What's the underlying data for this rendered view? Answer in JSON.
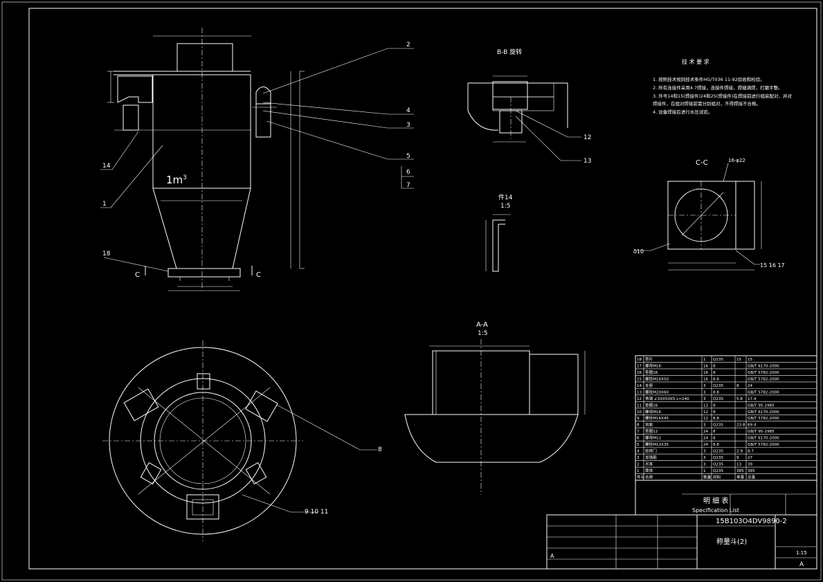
{
  "colors": {
    "background": "#000000",
    "line": "#ffffff"
  },
  "main_view": {
    "volume_label": "1m",
    "volume_sup": "3",
    "section_c": "C",
    "callouts": [
      "2",
      "4",
      "3",
      "5",
      "6",
      "7",
      "14",
      "1",
      "18"
    ]
  },
  "section_bb": {
    "title": "B-B 旋转",
    "callouts": [
      "12",
      "13"
    ]
  },
  "part14": {
    "title": "件14",
    "scale": "1:5"
  },
  "section_cc": {
    "title": "C-C",
    "hole_note": "16-φ22",
    "callouts": [
      "δ10",
      "15 16 17"
    ]
  },
  "section_aa": {
    "title": "A-A",
    "scale": "1:5"
  },
  "plan_view": {
    "callouts": [
      "8",
      "9 10 11"
    ]
  },
  "tech_requirements": {
    "title": "技 术 要 求",
    "lines": [
      "1. 按照技术规则技术条件HG/T036 11-92验收和检验。",
      "2. 所有连接件采用4.7焊接，连接件焊接，焊缝满焊，打磨平整。",
      "3. 件号14和15(焊接件)24和25(焊接件)在焊接前进行组装配对，并对",
      "   焊接件，在组对焊接前需分别组对，不得焊接不合格。",
      "4. 设备焊接后进行水压试验。"
    ]
  },
  "bom": {
    "rows": [
      [
        "18",
        "垫片",
        "1",
        "Q235",
        "15",
        "15"
      ],
      [
        "17",
        "螺母M16",
        "16",
        "8",
        "",
        "GB/T 6170-2000"
      ],
      [
        "16",
        "垫圈16",
        "16",
        "8",
        "",
        "GB/T 5782-2000"
      ],
      [
        "15",
        "螺栓M16X50",
        "16",
        "8.8",
        "",
        "GB/T 5782-2000"
      ],
      [
        "14",
        "支座",
        "3",
        "Q235",
        "8",
        "24"
      ],
      [
        "13",
        "螺栓M20X60",
        "3",
        "8.8",
        "",
        "GB/T 5782-2000"
      ],
      [
        "12",
        "角钢 ∠50X50X5 L=240",
        "3",
        "Q235",
        "5.8",
        "17.4"
      ],
      [
        "11",
        "垫圈16",
        "12",
        "8",
        "",
        "GB/T 95-1985"
      ],
      [
        "10",
        "螺母M16",
        "12",
        "8",
        "",
        "GB/T 6170-2000"
      ],
      [
        "9",
        "螺栓M16X45",
        "12",
        "8.8",
        "",
        "GB/T 5782-2000"
      ],
      [
        "8",
        "耳座",
        "3",
        "Q235",
        "23.8",
        "69.4"
      ],
      [
        "7",
        "垫圈12",
        "24",
        "8",
        "",
        "GB/T 95-1985"
      ],
      [
        "6",
        "螺母M12",
        "24",
        "8",
        "",
        "GB/T 6170-2000"
      ],
      [
        "5",
        "螺栓M12X35",
        "24",
        "8.8",
        "",
        "GB/T 5782-2000"
      ],
      [
        "4",
        "检修门",
        "3",
        "Q235",
        "2.9",
        "8.7"
      ],
      [
        "3",
        "加强筋",
        "3",
        "Q235",
        "9",
        "27"
      ],
      [
        "2",
        "吊耳",
        "3",
        "Q235",
        "13",
        "39"
      ],
      [
        "1",
        "筒体",
        "1",
        "Q235",
        "385",
        "385"
      ]
    ],
    "header": [
      "件号",
      "名称",
      "数量",
      "材料",
      "单重",
      "总重"
    ],
    "spec_title": "明 细 表",
    "spec_sub": "Specification List",
    "drawing_no": "15B103O4DV9890-2",
    "part_name": "称量斗(2)",
    "scale": "1:15",
    "sheet_letter": "A"
  }
}
